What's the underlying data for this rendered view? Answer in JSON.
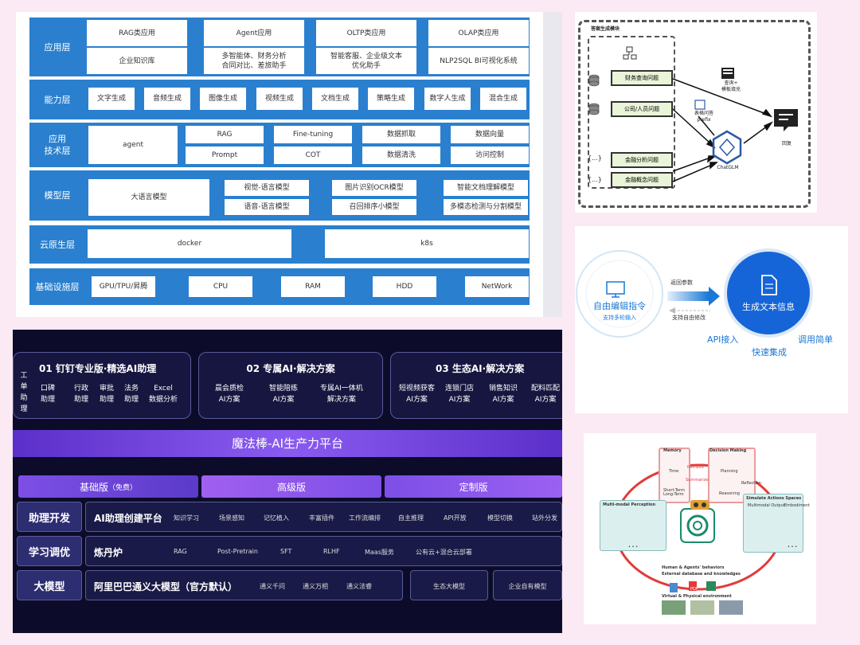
{
  "arch": {
    "layers": [
      {
        "label": "应用层"
      },
      {
        "label": "能力层",
        "items": [
          "文字生成",
          "音频生成",
          "图像生成",
          "视频生成",
          "文档生成",
          "策略生成",
          "数字人生成",
          "混合生成"
        ]
      },
      {
        "label": "应用\n技术层",
        "main": "agent",
        "cols": [
          [
            "RAG",
            "Prompt"
          ],
          [
            "Fine-tuning",
            "COT"
          ],
          [
            "数据抓取",
            "数据清洗"
          ],
          [
            "数据向量",
            "访问控制"
          ]
        ]
      },
      {
        "label": "模型层",
        "main": "大语言模型",
        "cols": [
          [
            "视觉-语言模型",
            "语音-语言模型"
          ],
          [
            "图片识别OCR模型",
            "召回排序小模型"
          ],
          [
            "智能文档理解模型",
            "多模态检测与分割模型"
          ]
        ]
      },
      {
        "label": "云原生层",
        "items": [
          "docker",
          "k8s"
        ]
      },
      {
        "label": "基础设施层",
        "items": [
          "GPU/TPU/昇腾",
          "CPU",
          "RAM",
          "HDD",
          "NetWork"
        ]
      }
    ],
    "apps": [
      [
        "RAG类应用",
        "企业知识库"
      ],
      [
        "Agent应用",
        "多智能体、财务分析\n合同对比、差旅助手"
      ],
      [
        "OLTP类应用",
        "智能客服、企业级文本\n优化助手"
      ],
      [
        "OLAP类应用",
        "NLP2SQL BI可视化系统"
      ]
    ]
  },
  "flow": {
    "module_title": "答案生成模块",
    "q1": "财务查询问题",
    "q2": "公司/人员问题",
    "q3": "金融分析问题",
    "q4": "金融概念问题",
    "fill_label": "查询+\n模板填充",
    "prefix_label": "表格问答\nprefix",
    "model": "ChatGLM",
    "reply": "回复",
    "braces": "{...}"
  },
  "api": {
    "left_title": "自由编辑指令",
    "left_sub": "支持多轮输入",
    "return_label": "返回参数",
    "modify_label": "支持自由修改",
    "right_title": "生成文本信息",
    "features": [
      "API接入",
      "快速集成",
      "调用简单"
    ]
  },
  "magic": {
    "cards": [
      {
        "title": "01  钉钉专业版·精选AI助理",
        "lead": "工\n单\n助\n理",
        "items": [
          "口碑\n助理",
          "行政\n助理",
          "审批\n助理",
          "法务\n助理",
          "Excel\n数据分析"
        ]
      },
      {
        "title": "02  专属AI·解决方案",
        "items": [
          "晨会质检\nAI方案",
          "智能陪练\nAI方案",
          "专属AI一体机\n解决方案"
        ]
      },
      {
        "title": "03  生态AI·解决方案",
        "items": [
          "短视频获客\nAI方案",
          "连锁门店\nAI方案",
          "销售知识\nAI方案",
          "配料匹配\nAI方案"
        ]
      }
    ],
    "platform": "魔法棒-AI生产力平台",
    "tiers": [
      "基础版",
      "（免费）",
      "高级版",
      "定制版"
    ],
    "rows": [
      {
        "label": "助理开发",
        "title": "AI助理创建平台",
        "items": [
          "知识学习",
          "场景感知",
          "记忆植入",
          "丰富插件",
          "工作流编排",
          "自主推理",
          "API开放",
          "模型切换",
          "站外分发"
        ]
      },
      {
        "label": "学习调优",
        "title": "炼丹炉",
        "items": [
          "RAG",
          "Post-Pretrain",
          "SFT",
          "RLHF",
          "Maas服务",
          "公有云+混合云部署"
        ]
      },
      {
        "label": "大模型",
        "title": "阿里巴巴通义大模型（官方默认）",
        "items": [
          "通义千问",
          "通义万相",
          "通义法睿"
        ],
        "boxes": [
          "生态大模型",
          "企业自有模型"
        ]
      }
    ]
  },
  "agentfig": {
    "memory": "Memory",
    "decision": "Decision Making",
    "retrieve": "Retrieve",
    "summarize": "Summarize",
    "time": "Time",
    "store": "Short-Term\nLong-Term",
    "planning": "Planning",
    "reflection": "Reflection",
    "reasoning": "Reasoning",
    "perception": "Multi-modal Perception",
    "actions": "Simulate Actions Spaces",
    "interfaces": "Multimodal Output",
    "embodiment": "Embodiment",
    "human": "Human & Agents' behaviors",
    "external": "External database and knowledges",
    "virtual": "Virtual & Physical environment",
    "pdf": "PDF",
    "dots": "• • •",
    "colors": {
      "ring": "#e23b3b",
      "logo": "#1a8a6a"
    }
  }
}
